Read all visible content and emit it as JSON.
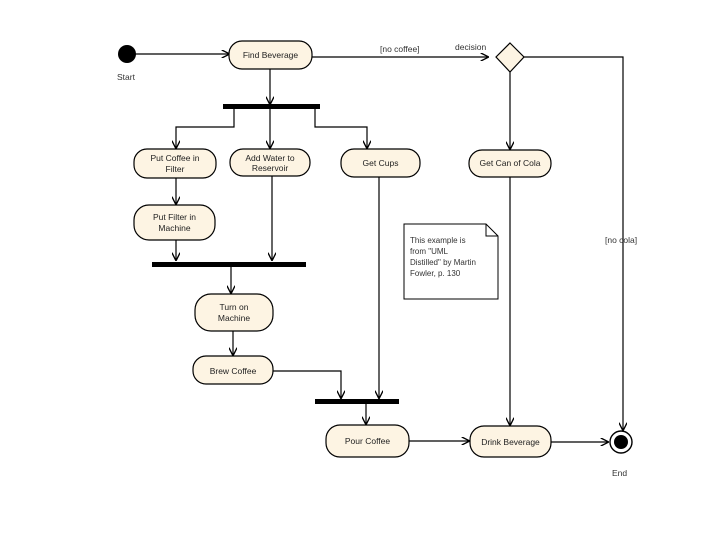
{
  "diagram": {
    "start_label": "Start",
    "end_label": "End",
    "colors": {
      "activity_fill": "#fdf4e3",
      "stroke": "#000000",
      "note_fill": "#ffffff"
    },
    "activities": {
      "find_beverage": [
        "Find Beverage"
      ],
      "put_coffee_in_filter": [
        "Put Coffee in",
        "Filter"
      ],
      "add_water": [
        "Add Water to",
        "Reservoir"
      ],
      "get_cups": [
        "Get Cups"
      ],
      "get_can_of_cola": [
        "Get Can of Cola"
      ],
      "put_filter_in_machine": [
        "Put Filter in",
        "Machine"
      ],
      "turn_on_machine": [
        "Turn on",
        "Machine"
      ],
      "brew_coffee": [
        "Brew Coffee"
      ],
      "pour_coffee": [
        "Pour Coffee"
      ],
      "drink_beverage": [
        "Drink Beverage"
      ]
    },
    "guards": {
      "no_coffee": "[no coffee]",
      "decision": "decision",
      "no_cola": "[no cola]"
    },
    "note": [
      "This example is",
      "from \"UML",
      "Distilled\" by Martin",
      "Fowler, p. 130"
    ]
  }
}
